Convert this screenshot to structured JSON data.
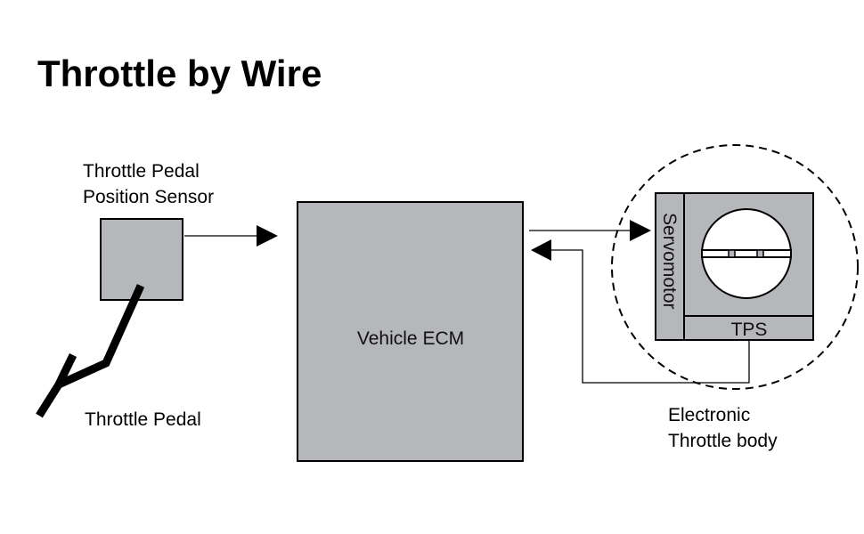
{
  "title": "Throttle by Wire",
  "colors": {
    "block_fill": "#b6b7bb",
    "stroke": "#000000",
    "background": "#ffffff"
  },
  "nodes": {
    "pedal_sensor": {
      "label_line1": "Throttle Pedal",
      "label_line2": "Position Sensor"
    },
    "pedal": {
      "label": "Throttle Pedal"
    },
    "ecm": {
      "label": "Vehicle ECM"
    },
    "servomotor": {
      "label": "Servomotor"
    },
    "tps": {
      "label": "TPS"
    },
    "throttle_body": {
      "label_line1": "Electronic",
      "label_line2": "Throttle body"
    }
  },
  "edges": [
    {
      "from": "Throttle Pedal Position Sensor",
      "to": "Vehicle ECM",
      "type": "arrow"
    },
    {
      "from": "Vehicle ECM",
      "to": "Servomotor",
      "type": "arrow"
    },
    {
      "from": "TPS",
      "to": "Vehicle ECM",
      "type": "arrow"
    }
  ]
}
